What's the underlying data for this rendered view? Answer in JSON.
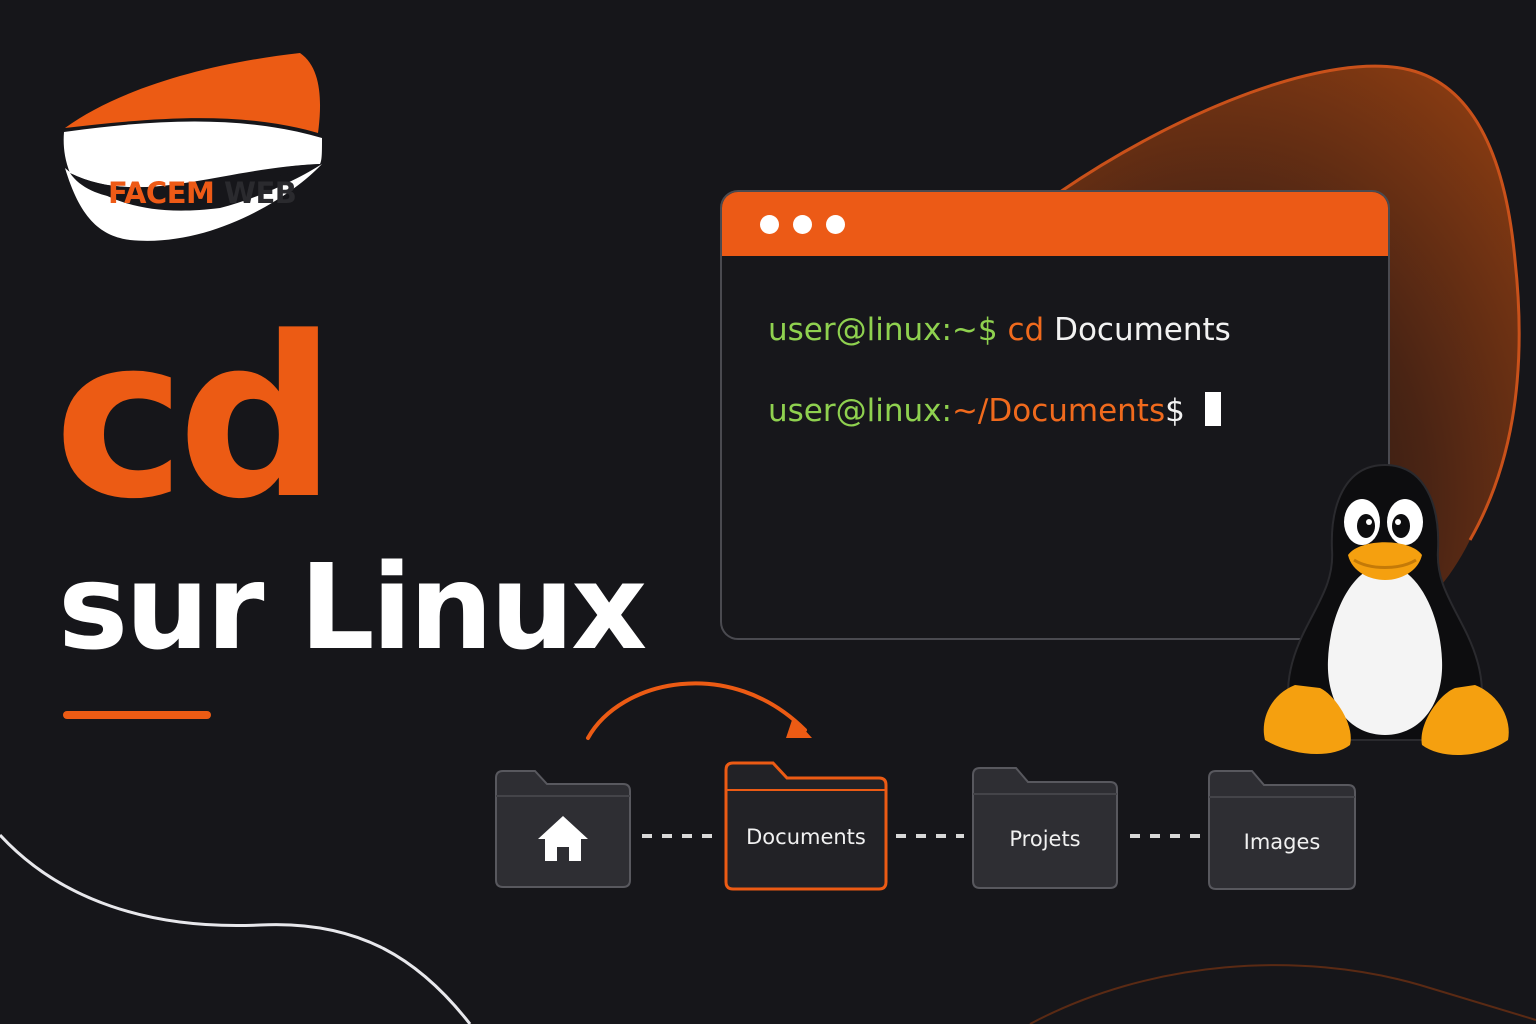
{
  "brand": {
    "logo_word1": "FACEM",
    "logo_word2": "WEB"
  },
  "headline": {
    "command": "cd",
    "subtitle": "sur Linux"
  },
  "terminal": {
    "line1_prompt": "user@linux:~$",
    "line1_command": "cd",
    "line1_argument": "Documents",
    "line2_prompt_user": "user@linux:",
    "line2_prompt_path": "~/Documents",
    "line2_prompt_symbol": "$"
  },
  "folders": [
    {
      "icon": "home-icon",
      "label": ""
    },
    {
      "label": "Documents",
      "highlighted": true
    },
    {
      "label": "Projets"
    },
    {
      "label": "Images"
    }
  ],
  "colors": {
    "background": "#16161a",
    "accent": "#ec5b14",
    "prompt_green": "#8fd14f",
    "text_white": "#ffffff"
  }
}
